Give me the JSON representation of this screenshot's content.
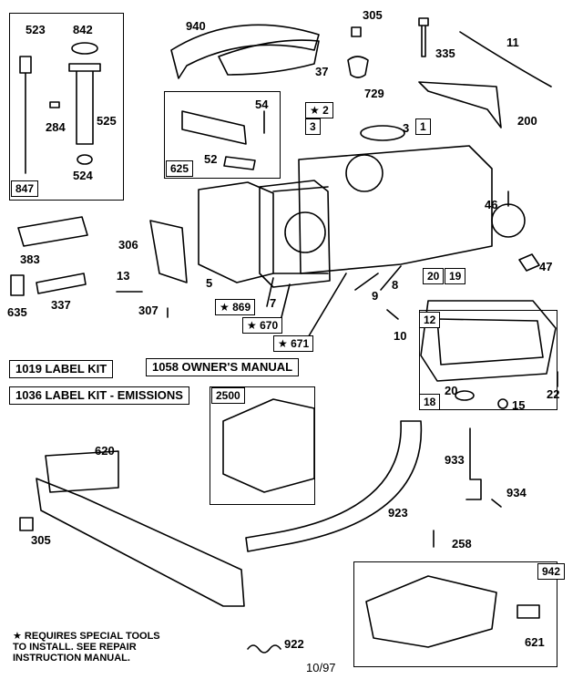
{
  "labels": {
    "1": "1",
    "2": "★ 2",
    "3": "3",
    "5": "5",
    "7": "7",
    "8": "8",
    "9": "9",
    "10": "10",
    "11": "11",
    "12": "12",
    "13": "13",
    "15": "15",
    "18": "18",
    "19": "19",
    "20": "20",
    "22": "22",
    "37": "37",
    "46": "46",
    "47": "47",
    "52": "52",
    "54": "54",
    "200": "200",
    "258": "258",
    "284": "284",
    "305": "305",
    "306": "306",
    "307": "307",
    "335": "335",
    "337": "337",
    "383": "383",
    "523": "523",
    "524": "524",
    "525": "525",
    "620": "620",
    "621": "621",
    "625": "625",
    "635": "635",
    "670": "★ 670",
    "671": "★ 671",
    "729": "729",
    "842": "842",
    "847": "847",
    "869": "★ 869",
    "922": "922",
    "923": "923",
    "933": "933",
    "934": "934",
    "940": "940",
    "942": "942",
    "2500": "2500"
  },
  "kits": {
    "k1019": "1019 LABEL KIT",
    "k1058": "1058 OWNER'S MANUAL",
    "k1036": "1036 LABEL KIT - EMISSIONS"
  },
  "note": {
    "line1": "★ REQUIRES SPECIAL TOOLS",
    "line2": "TO INSTALL. SEE REPAIR",
    "line3": "INSTRUCTION MANUAL."
  },
  "date_code": "10/97"
}
